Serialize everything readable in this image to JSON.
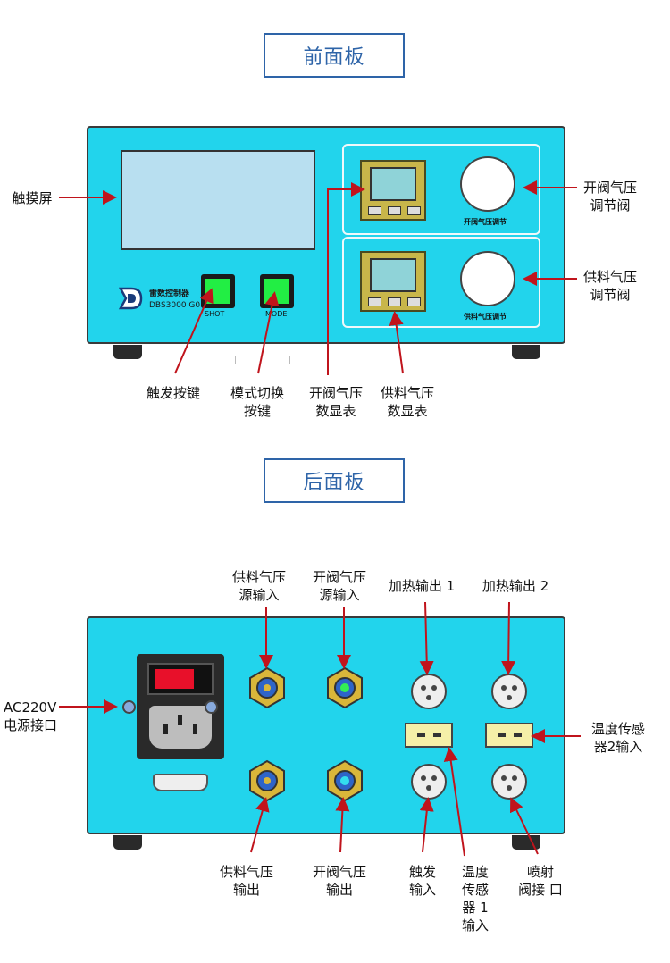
{
  "front": {
    "title": "前面板",
    "device_brand": "雷数控制器",
    "device_model": "DBS3000 G01",
    "shot_label": "SHOT",
    "mode_label": "MODE",
    "valve_knob_caption": "开阀气压调节",
    "supply_knob_caption": "供料气压调节",
    "labels": {
      "touchscreen": "触摸屏",
      "valve_regulator": "开阀气压\n调节阀",
      "supply_regulator": "供料气压\n调节阀",
      "trigger_button": "触发按键",
      "mode_button": "模式切换\n按键",
      "valve_gauge": "开阀气压\n数显表",
      "supply_gauge": "供料气压\n数显表"
    }
  },
  "rear": {
    "title": "后面板",
    "labels": {
      "supply_in": "供料气压\n源输入",
      "valve_in": "开阀气压\n源输入",
      "heat_out_1": "加热输出 1",
      "heat_out_2": "加热输出 2",
      "ac_power": "AC220V\n电源接口",
      "temp_sensor_2": "温度传感\n器2输入",
      "supply_out": "供料气压\n输出",
      "valve_out": "开阀气压\n输出",
      "trigger_in": "触发\n输入",
      "temp_sensor_1": "温度\n传感\n器 1\n输入",
      "spray_valve": "喷射\n阀接 口"
    }
  },
  "colors": {
    "panel": "#22d4ec",
    "accent": "#2e64a8",
    "arrow": "#c0141c",
    "button_green": "#22ee44",
    "switch_red": "#e8102a"
  }
}
